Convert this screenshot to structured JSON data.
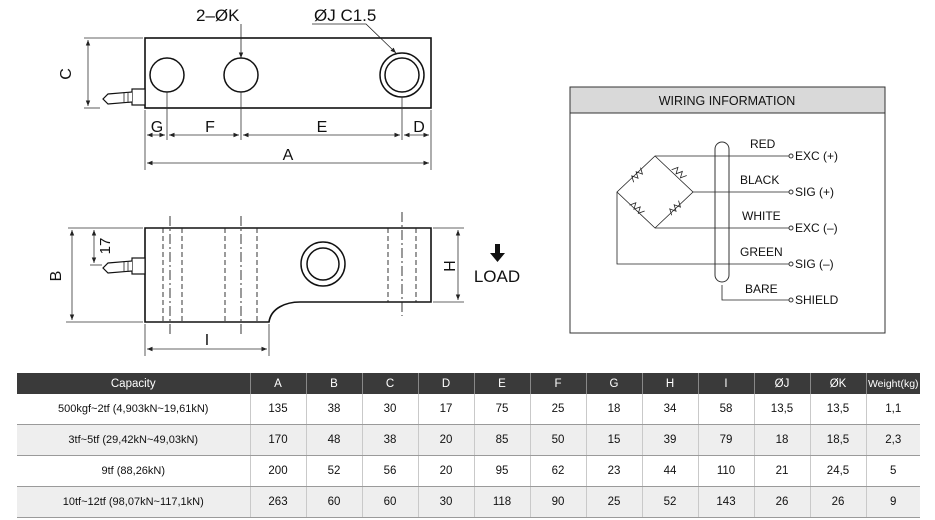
{
  "top_view": {
    "label_holes": "2–ØK",
    "label_mount": "ØJ C1.5",
    "dim_c": "C",
    "dim_g": "G",
    "dim_f": "F",
    "dim_e": "E",
    "dim_d": "D",
    "dim_a": "A"
  },
  "side_view": {
    "dim_17": "17",
    "dim_b": "B",
    "dim_h": "H",
    "dim_i": "I",
    "load_label": "LOAD"
  },
  "wiring": {
    "title": "WIRING INFORMATION",
    "wires": [
      {
        "color": "RED",
        "signal": "EXC (+)"
      },
      {
        "color": "BLACK",
        "signal": "SIG (+)"
      },
      {
        "color": "WHITE",
        "signal": "EXC (–)"
      },
      {
        "color": "GREEN",
        "signal": "SIG (–)"
      },
      {
        "color": "BARE",
        "signal": "SHIELD"
      }
    ]
  },
  "table": {
    "headers": [
      "Capacity",
      "A",
      "B",
      "C",
      "D",
      "E",
      "F",
      "G",
      "H",
      "I",
      "ØJ",
      "ØK",
      "Weight(kg)"
    ],
    "rows": [
      [
        "500kgf~2tf (4,903kN~19,61kN)",
        "135",
        "38",
        "30",
        "17",
        "75",
        "25",
        "18",
        "34",
        "58",
        "13,5",
        "13,5",
        "1,1"
      ],
      [
        "3tf~5tf (29,42kN~49,03kN)",
        "170",
        "48",
        "38",
        "20",
        "85",
        "50",
        "15",
        "39",
        "79",
        "18",
        "18,5",
        "2,3"
      ],
      [
        "9tf (88,26kN)",
        "200",
        "52",
        "56",
        "20",
        "95",
        "62",
        "23",
        "44",
        "110",
        "21",
        "24,5",
        "5"
      ],
      [
        "10tf~12tf (98,07kN~117,1kN)",
        "263",
        "60",
        "60",
        "30",
        "118",
        "90",
        "25",
        "52",
        "143",
        "26",
        "26",
        "9"
      ]
    ]
  }
}
